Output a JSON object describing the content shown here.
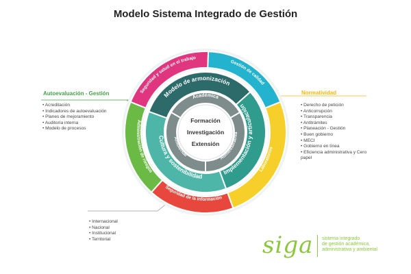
{
  "title": "Modelo Sistema Integrado de Gestión",
  "center": [
    "Formación",
    "Investigación",
    "Extensión"
  ],
  "inner_ring": [
    "Académica",
    "Administrativa",
    "Ambiental"
  ],
  "middle_ring": [
    "Modelo de armonización",
    "Implementación y articulación",
    "Cultura y sostenibilidad"
  ],
  "outer_ring": [
    "Seguridad y salud en el trabajo",
    "Gestión de calidad",
    "Laboratorios",
    "Seguridad de la información",
    "Administración de riesgos"
  ],
  "left_panel": {
    "title": "Autoevaluación - Gestión",
    "items": [
      "Acreditación",
      "Indicadores de autoevaluación",
      "Planes de mejoramiento",
      "Auditoría interna",
      "Modelo de procesos"
    ]
  },
  "right_panel": {
    "title": "Normatividad",
    "items": [
      "Derecho de petición",
      "Anticorrupción",
      "Transparencia",
      "Antitrámites",
      "Planeación - Gestión",
      "Buen gobierno",
      "MECI",
      "Gobierno en línea",
      "Eficiencia administrativa y Cero papel"
    ]
  },
  "bottom_panel": {
    "items": [
      "Internacional",
      "Nacional",
      "Institucional",
      "Territorial"
    ]
  },
  "logo": {
    "name": "siga",
    "description": [
      "sistema integrado",
      "de gestión académica,",
      "administrativa y ambiental"
    ]
  },
  "colors": {
    "outer_pink": "#e0357f",
    "outer_cyan": "#24b3cf",
    "outer_yellow": "#f7cf2a",
    "outer_red": "#e8473d",
    "outer_green": "#6bba45",
    "middle_dark": "#2d6a6a",
    "middle_teal": "#2f9c8e",
    "middle_light": "#4db6a8",
    "inner_gray": "#7e8c8c",
    "left_accent": "#43a047",
    "right_accent": "#f5b60f",
    "logo_green": "#8cc63f"
  }
}
